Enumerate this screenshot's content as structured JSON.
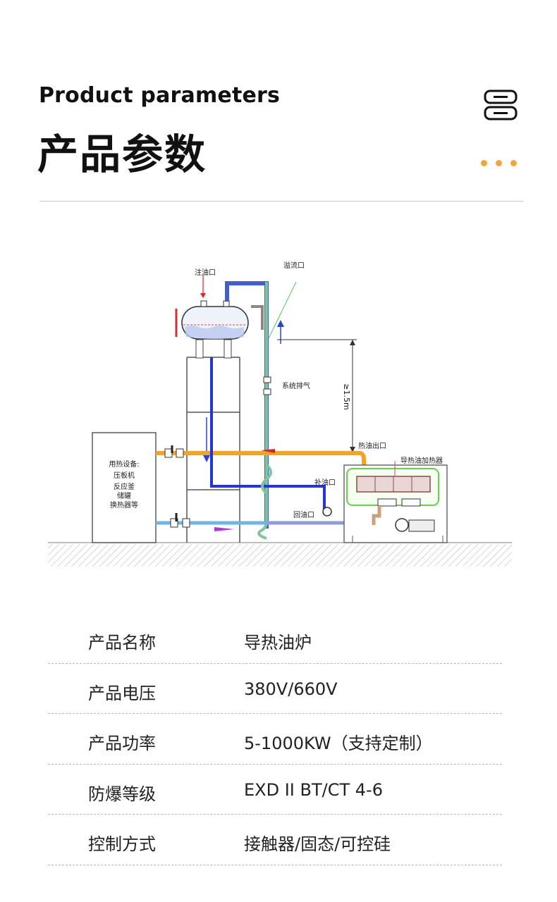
{
  "header": {
    "title_en": "Product parameters",
    "title_cn": "产品参数",
    "menu_icon": "menu-icon",
    "accent_color": "#f0a63a"
  },
  "diagram": {
    "labels": {
      "fill_port": "注油口",
      "overflow_port": "溢流口",
      "system_vent": "系统排气",
      "height_note": "≥1.5m",
      "hot_oil_outlet": "热油出口",
      "heater": "导热油加热器",
      "makeup_port": "补油口",
      "return_port": "回油口",
      "equip_title": "用热设备:",
      "equip_1": "压板机",
      "equip_2": "反应釜",
      "equip_3": "储罐",
      "equip_4": "换热器等"
    }
  },
  "params": [
    {
      "key": "产品名称",
      "value": "导热油炉"
    },
    {
      "key": "产品电压",
      "value": "380V/660V"
    },
    {
      "key": "产品功率",
      "value": "5-1000KW（支持定制）"
    },
    {
      "key": "防爆等级",
      "value": "EXD II BT/CT 4-6"
    },
    {
      "key": "控制方式",
      "value": "接触器/固态/可控硅"
    }
  ]
}
